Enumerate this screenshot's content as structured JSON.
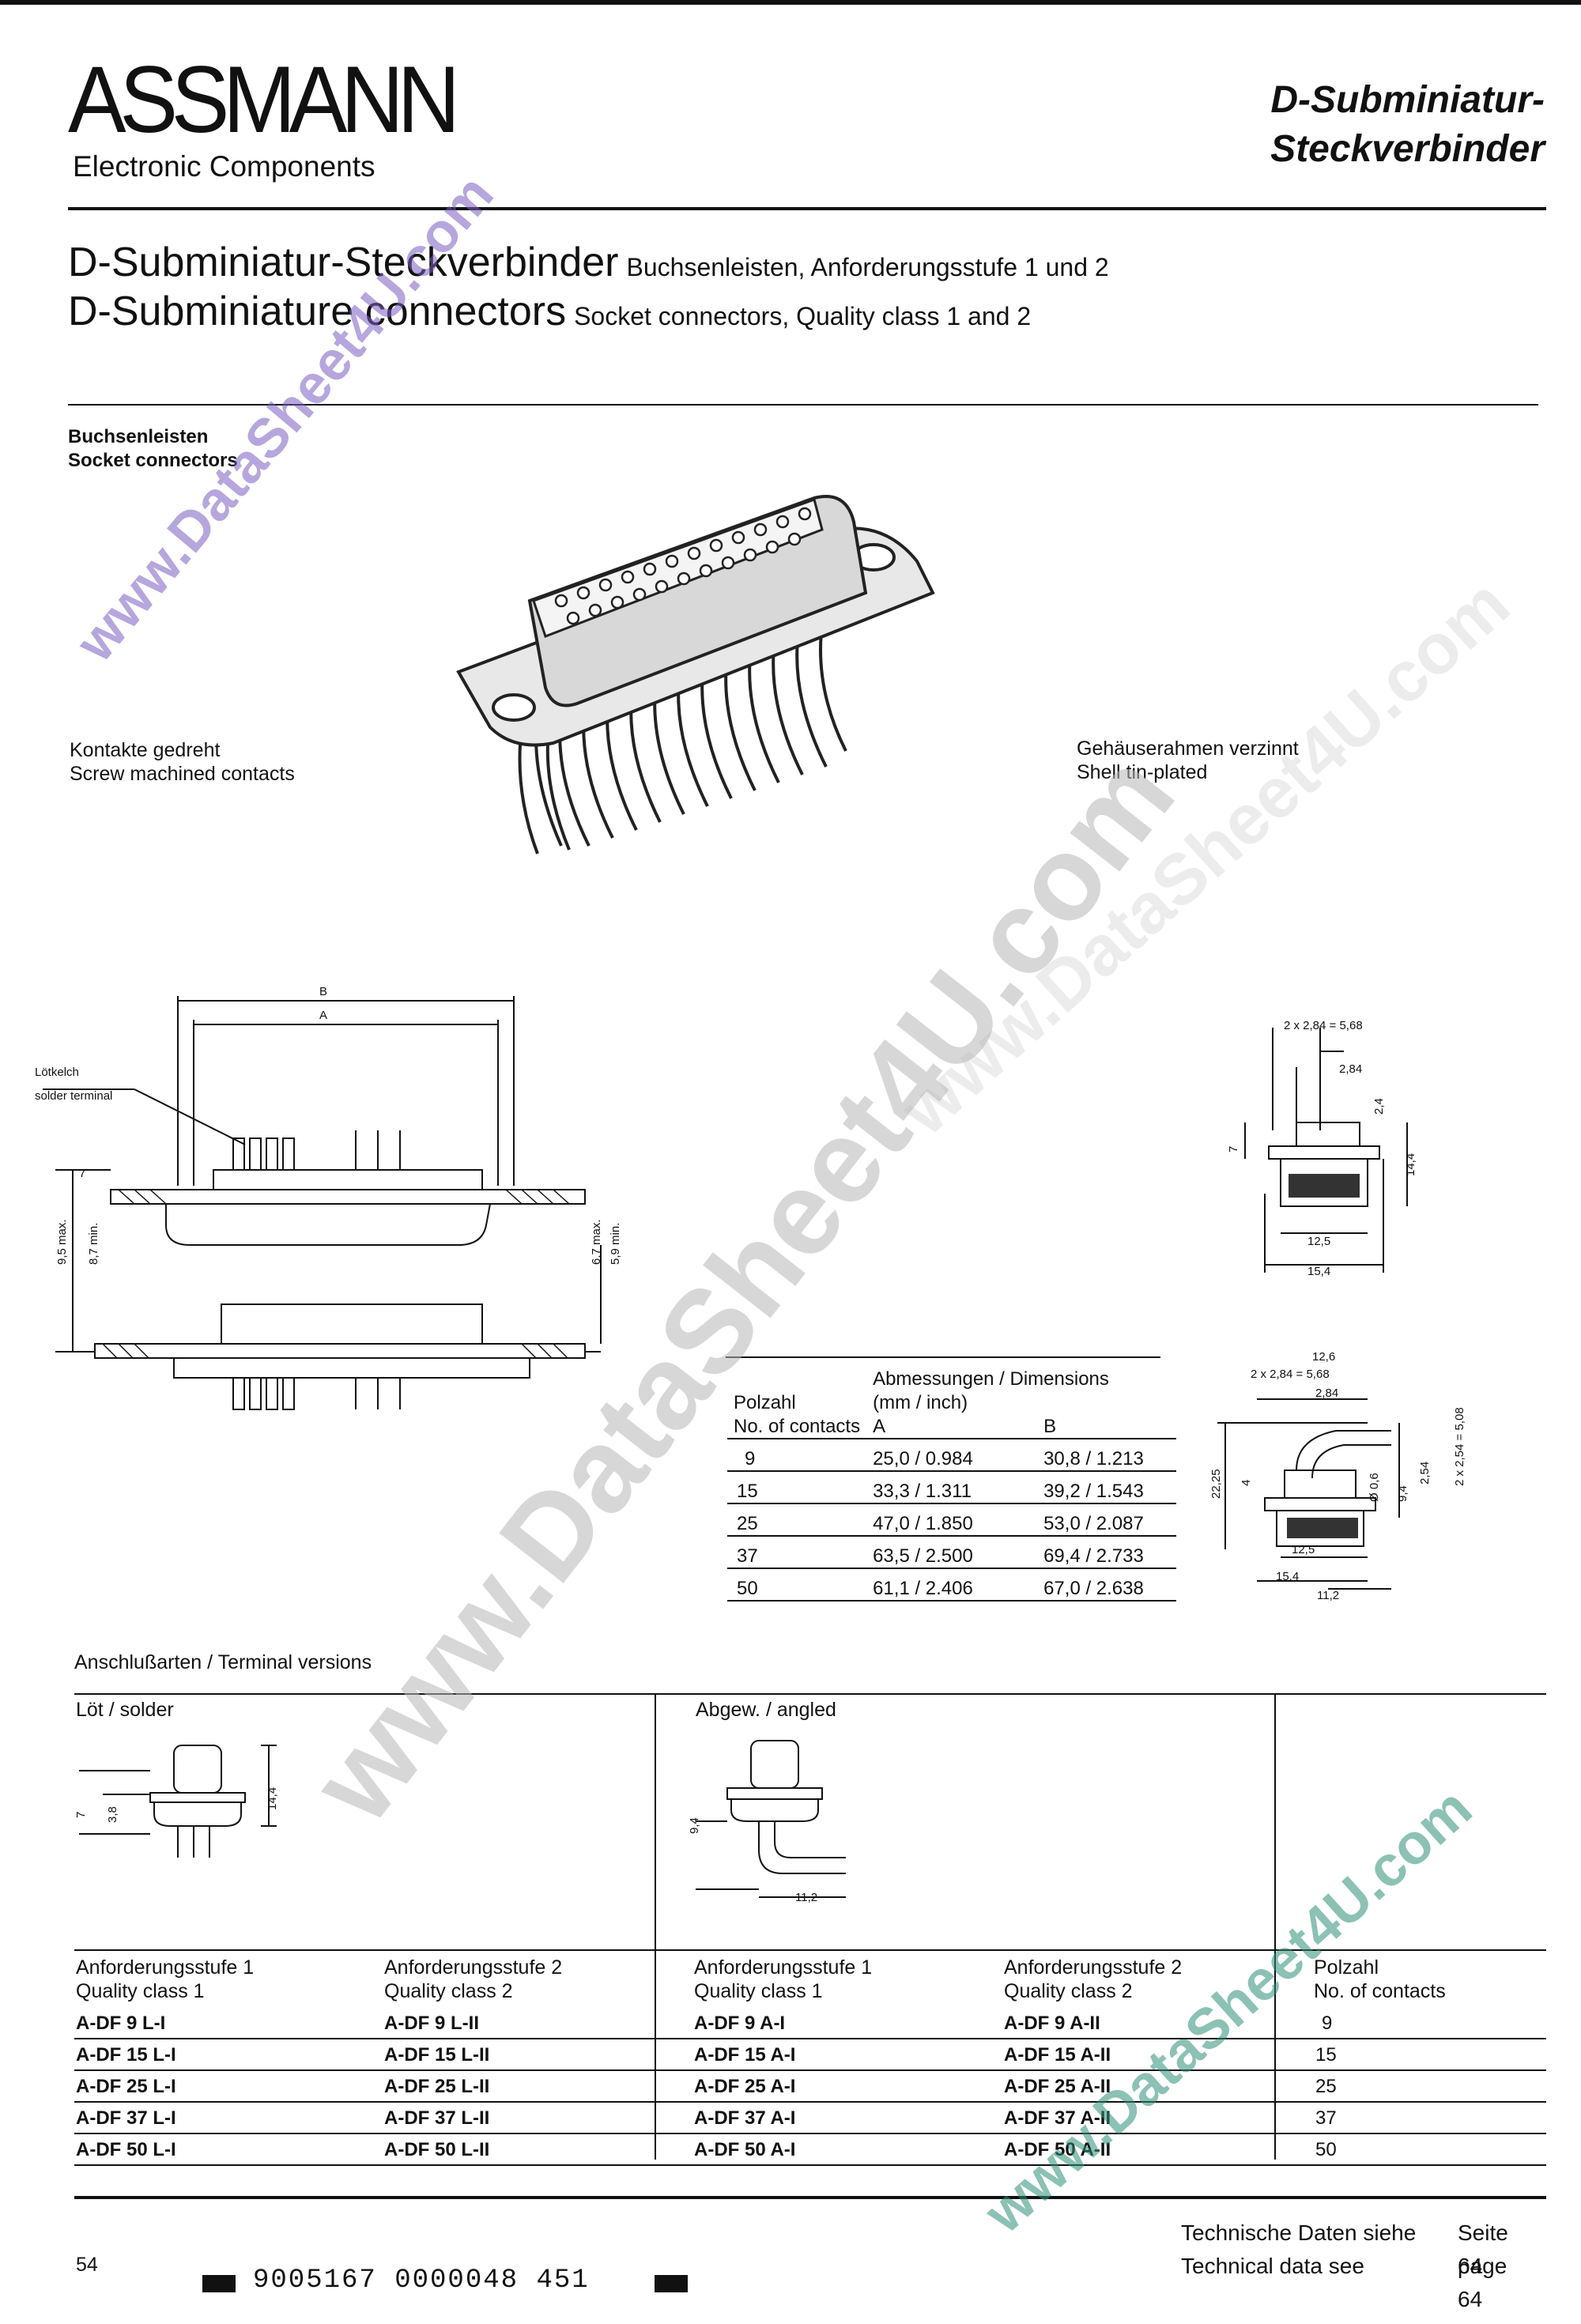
{
  "header": {
    "brand": "ASSMANN",
    "brand_sub": "Electronic Components",
    "right_line1": "D-Subminiatur-",
    "right_line2": "Steckverbinder"
  },
  "title": {
    "de_main": "D-Subminiatur-Steckverbinder",
    "de_sub": "Buchsenleisten, Anforderungsstufe 1 und 2",
    "en_main": "D-Subminiature connectors",
    "en_sub": "Socket  connectors, Quality class 1 and 2"
  },
  "section": {
    "label_de": "Buchsenleisten",
    "label_en": "Socket connectors",
    "contacts_de": "Kontakte gedreht",
    "contacts_en": "Screw machined contacts",
    "shell_de": "Gehäuserahmen verzinnt",
    "shell_en": "Shell tin-plated"
  },
  "drawing": {
    "lbl_b": "B",
    "lbl_a": "A",
    "solder_de": "Lötkelch",
    "solder_en": "solder terminal",
    "dim_7": "7",
    "dim_95": "9,5 max.",
    "dim_87": "8,7 min.",
    "dim_67": "6,7 max.",
    "dim_59": "5,9 min.",
    "r_2x284": "2 x 2,84 = 5,68",
    "r_284": "2,84",
    "r_24": "2,4",
    "r_7": "7",
    "r_144": "14,4",
    "r_125": "12,5",
    "r_154": "15,4",
    "a_126": "12,6",
    "a_2x284": "2 x 2,84 = 5,68",
    "a_284": "2,84",
    "a_2225": "22,25",
    "a_4": "4",
    "a_06": "Ø 0,6",
    "a_94": "9,4",
    "a_254": "2,54",
    "a_2x254": "2 x 2,54 = 5,08",
    "a_125": "12,5",
    "a_154": "15,4",
    "a_112": "11,2"
  },
  "dim_table": {
    "head_dim": "Abmessungen / Dimensions",
    "head_unit": "(mm / inch)",
    "head_pol": "Polzahl",
    "head_no": "No. of contacts",
    "head_a": "A",
    "head_b": "B",
    "rows": [
      {
        "n": "9",
        "a": "25,0 / 0.984",
        "b": "30,8 / 1.213"
      },
      {
        "n": "15",
        "a": "33,3 / 1.311",
        "b": "39,2 / 1.543"
      },
      {
        "n": "25",
        "a": "47,0 / 1.850",
        "b": "53,0 / 2.087"
      },
      {
        "n": "37",
        "a": "63,5 / 2.500",
        "b": "69,4 / 2.733"
      },
      {
        "n": "50",
        "a": "61,1 / 2.406",
        "b": "67,0 / 2.638"
      }
    ]
  },
  "terminal": {
    "title": "Anschlußarten / Terminal versions",
    "solder": "Löt / solder",
    "angled": "Abgew. / angled",
    "s_7": "7",
    "s_38": "3,8",
    "s_144": "14,4",
    "g_94": "9,4",
    "g_112": "11,2"
  },
  "order_table": {
    "h1a": "Anforderungsstufe 1",
    "h1b": "Quality class 1",
    "h2a": "Anforderungsstufe 2",
    "h2b": "Quality class 2",
    "h3a": "Anforderungsstufe 1",
    "h3b": "Quality class 1",
    "h4a": "Anforderungsstufe 2",
    "h4b": "Quality class 2",
    "h5a": "Polzahl",
    "h5b": "No. of contacts",
    "rows": [
      {
        "c1": "A-DF  9 L-I",
        "c2": "A-DF  9 L-II",
        "c3": "A-DF  9 A-I",
        "c4": "A-DF  9 A-II",
        "n": "9"
      },
      {
        "c1": "A-DF 15 L-I",
        "c2": "A-DF 15 L-II",
        "c3": "A-DF 15 A-I",
        "c4": "A-DF 15 A-II",
        "n": "15"
      },
      {
        "c1": "A-DF 25 L-I",
        "c2": "A-DF 25 L-II",
        "c3": "A-DF 25 A-I",
        "c4": "A-DF 25 A-II",
        "n": "25"
      },
      {
        "c1": "A-DF 37 L-I",
        "c2": "A-DF 37 L-II",
        "c3": "A-DF 37 A-I",
        "c4": "A-DF 37 A-II",
        "n": "37"
      },
      {
        "c1": "A-DF 50 L-I",
        "c2": "A-DF 50 L-II",
        "c3": "A-DF 50 A-I",
        "c4": "A-DF 50 A-II",
        "n": "50"
      }
    ]
  },
  "footer": {
    "page": "54",
    "tech_de": "Technische Daten siehe",
    "tech_de_page": "Seite 64",
    "tech_en": "Technical data see",
    "tech_en_page": "page 64",
    "barcode": "9005167 0000048 451"
  },
  "watermark": {
    "text_a": "www.DataSheet4U.com",
    "text_b": "www.DataSheet4U.com",
    "text_c": "www.DataSheet4U.com",
    "text_d": "www.DataSheet4U.com"
  }
}
